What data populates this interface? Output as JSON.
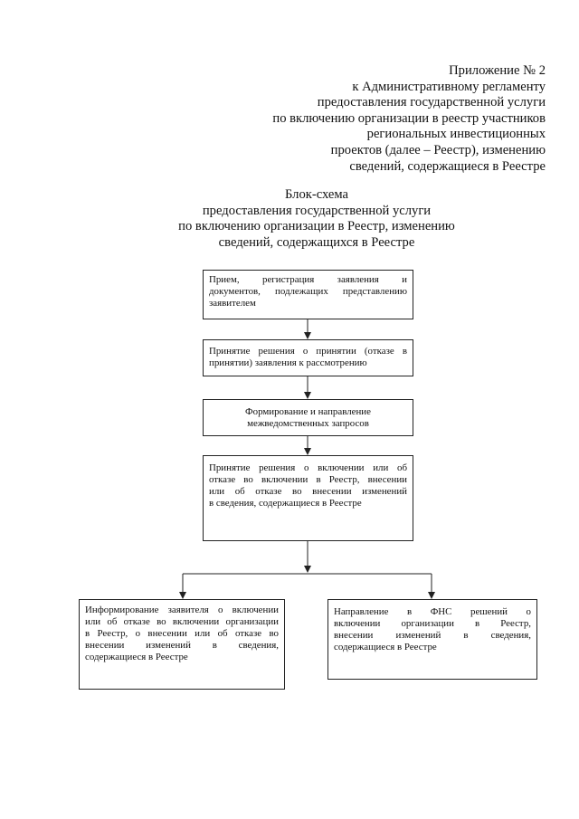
{
  "appendix": {
    "lines": [
      "Приложение № 2",
      "к Административному регламенту",
      "предоставления государственной услуги",
      "по включению организации в реестр участников",
      "региональных инвестиционных",
      "проектов (далее – Реестр), изменению",
      "сведений, содержащиеся в Реестре"
    ]
  },
  "title": {
    "lines": [
      "Блок-схема",
      "предоставления государственной услуги",
      "по включению организации в Реестр, изменению",
      "сведений, содержащихся в Реестре"
    ]
  },
  "flow": {
    "step1": [
      "Прием, регистрация заявления и",
      "документов, подлежащих представлению",
      "заявителем"
    ],
    "step2": [
      "Принятие решения о принятии (отказе в",
      "принятии) заявления к рассмотрению"
    ],
    "step3": [
      "Формирование и направление",
      "межведомственных запросов"
    ],
    "step4": [
      "Принятие решения о включении или об",
      "отказе во включении в Реестр, внесении",
      "или об отказе во внесении изменений",
      "в сведения, содержащиеся в Реестре"
    ],
    "step5": [
      "Информирование заявителя о включении",
      "или об отказе во включении организации",
      "в Реестр, о внесении или об отказе во",
      "внесении изменений в сведения,",
      "содержащиеся в Реестре"
    ],
    "step6": [
      "Направление в ФНС решений о",
      "включении организации в Реестр,",
      "внесении изменений в сведения,",
      "содержащиеся в Реестре"
    ]
  }
}
